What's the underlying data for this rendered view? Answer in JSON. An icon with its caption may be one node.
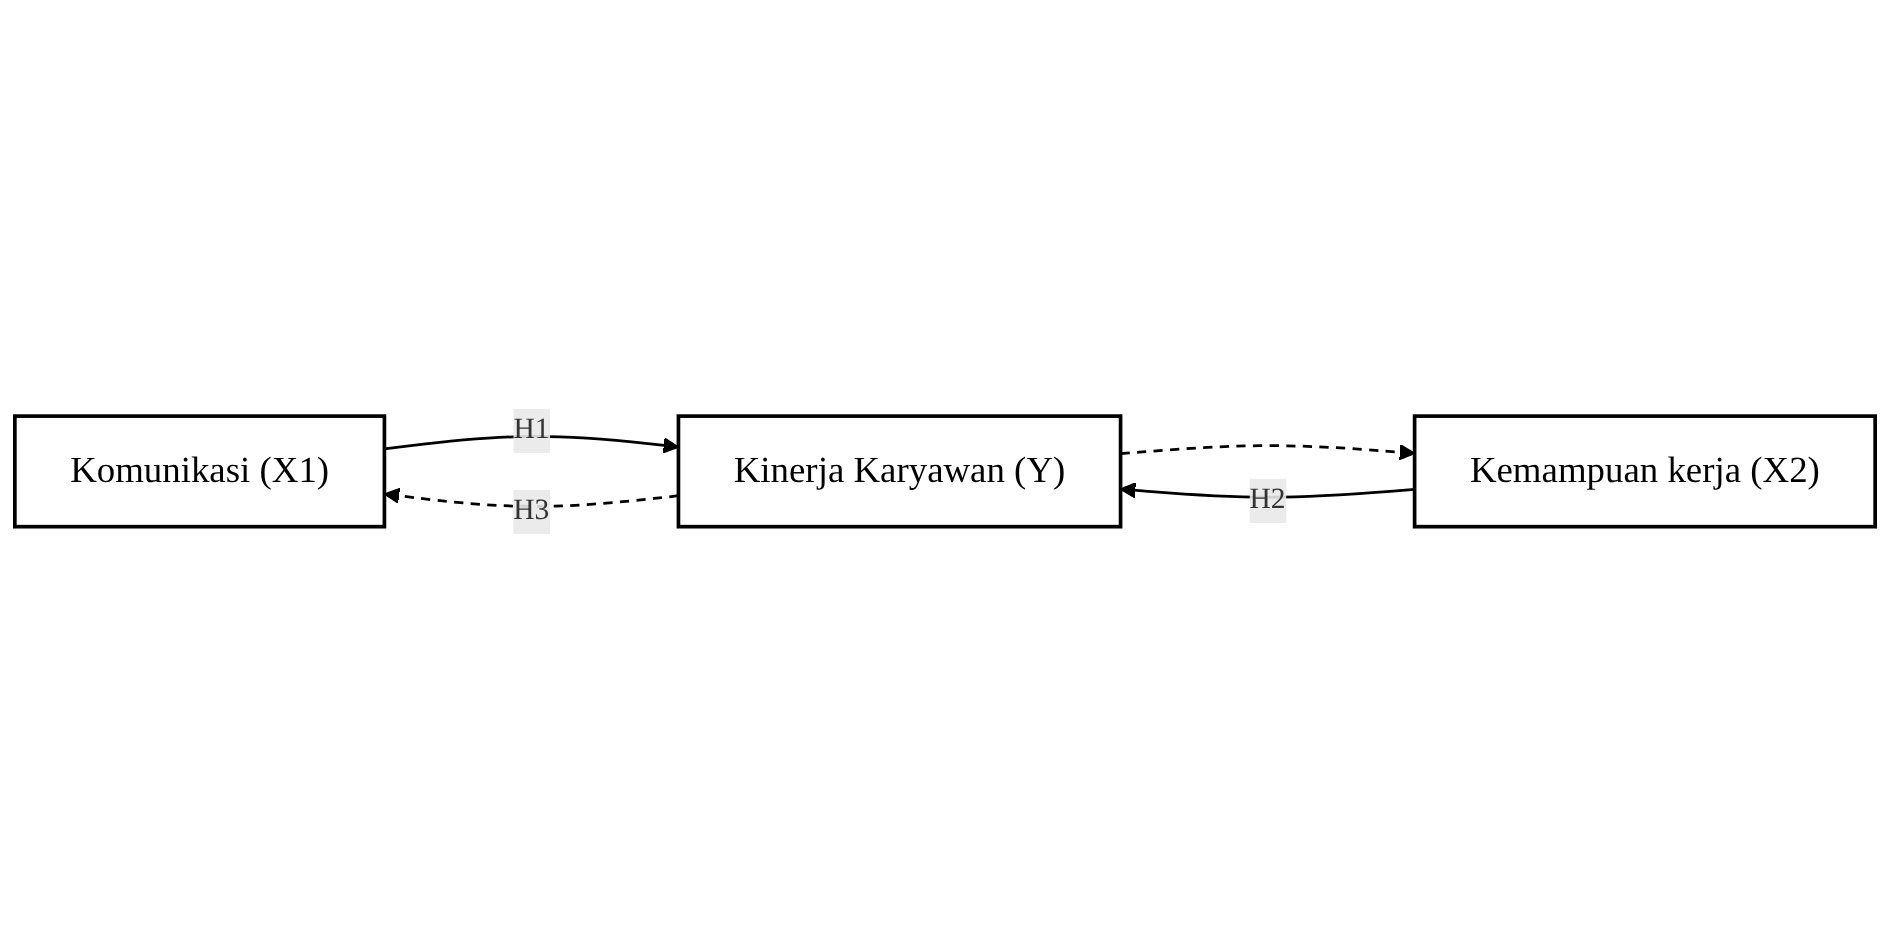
{
  "diagram": {
    "nodes": [
      {
        "text": [
          "Komunikasi (X1)"
        ]
      },
      {
        "text": [
          "Kemampuan kerja (X2)"
        ]
      },
      {
        "text": [
          "Kinerja Karyawan (Y)"
        ]
      }
    ],
    "edges": [
      {
        "from": 0,
        "to": 2,
        "arrow": "to",
        "label": "H1"
      },
      {
        "from": 1,
        "to": 2,
        "arrow": "to",
        "label": "H2"
      },
      {
        "from": 2,
        "to": 0,
        "arrow": "to",
        "style": "dashed",
        "label": "H3"
      },
      {
        "from": 2,
        "to": 1,
        "arrow": "to",
        "style": "dashed"
      }
    ]
  }
}
